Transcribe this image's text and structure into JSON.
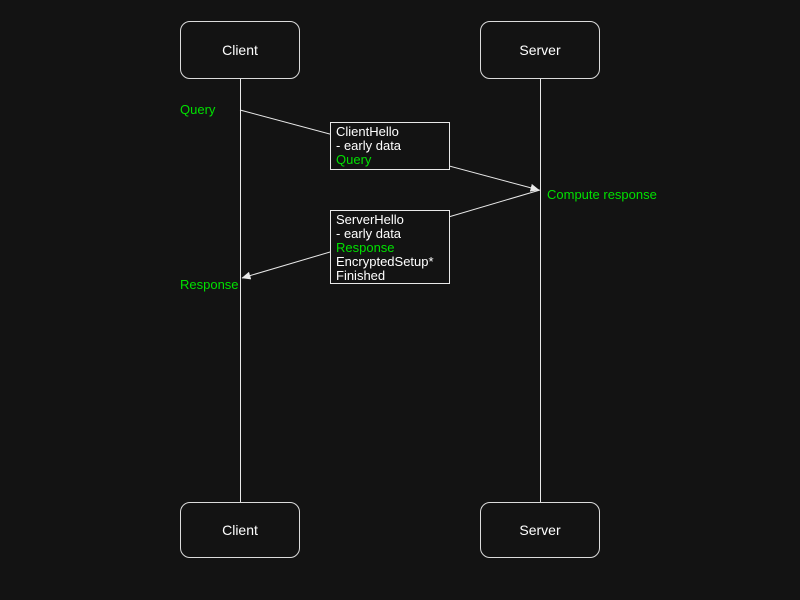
{
  "page": {
    "background": "#131313"
  },
  "colors": {
    "text_white": "#ffffff",
    "accent_green": "#00e000",
    "line_gray": "#e9e9e9"
  },
  "actors": {
    "client_top": "Client",
    "server_top": "Server",
    "client_bottom": "Client",
    "server_bottom": "Server"
  },
  "annotations": {
    "query": {
      "text": "Query",
      "color": "#00e000"
    },
    "compute_response": {
      "text": "Compute response",
      "color": "#00e000"
    },
    "response": {
      "text": "Response",
      "color": "#00e000"
    }
  },
  "messages": [
    {
      "name": "client-hello",
      "direction": "client-to-server",
      "lines": [
        {
          "text": "ClientHello",
          "color": "#ffffff"
        },
        {
          "text": "- early data",
          "color": "#ffffff"
        },
        {
          "text": "Query",
          "color": "#00e000"
        }
      ]
    },
    {
      "name": "server-hello",
      "direction": "server-to-client",
      "lines": [
        {
          "text": "ServerHello",
          "color": "#ffffff"
        },
        {
          "text": "- early data",
          "color": "#ffffff"
        },
        {
          "text": "Response",
          "color": "#00e000"
        },
        {
          "text": "EncryptedSetup*",
          "color": "#ffffff"
        },
        {
          "text": "Finished",
          "color": "#ffffff"
        }
      ]
    }
  ]
}
